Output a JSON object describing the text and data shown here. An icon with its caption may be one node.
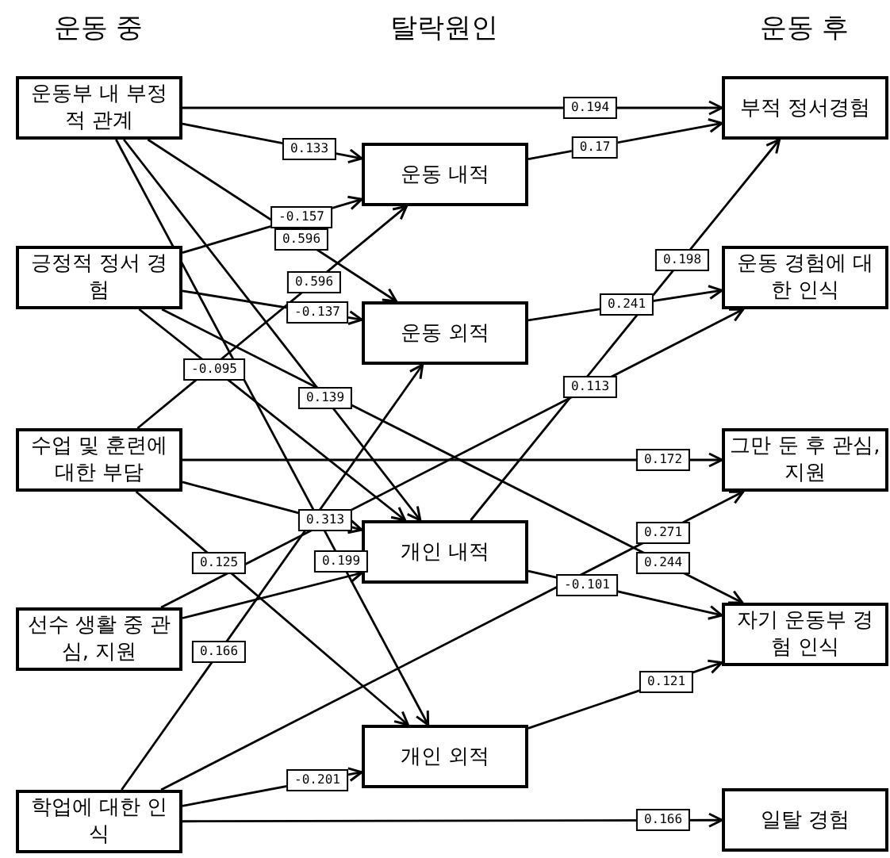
{
  "diagram": {
    "nodes": [
      {
        "text": [
          "운동부 내 부정적 관계"
        ]
      },
      {
        "text": [
          "긍정적 정서 경험"
        ]
      },
      {
        "text": [
          "수업 및 훈련에 대한 부담"
        ]
      },
      {
        "text": [
          "선수 생활 중 관심, 지원"
        ]
      },
      {
        "text": [
          "학업에 대한 인식"
        ]
      },
      {
        "text": [
          "운동 내적"
        ]
      },
      {
        "text": [
          "운동 외적"
        ]
      },
      {
        "text": [
          "개인 내적"
        ]
      },
      {
        "text": [
          "개인 외적"
        ]
      },
      {
        "text": [
          "부적 정서경험"
        ]
      },
      {
        "text": [
          "운동 경험에 대한 인식"
        ]
      },
      {
        "text": [
          "그만 둔 후 관심, 지원"
        ]
      },
      {
        "text": [
          "자기 운동부 경험 인식"
        ]
      },
      {
        "text": [
          "일탈 경험"
        ]
      }
    ],
    "edges": [
      {
        "from": 0,
        "to": 9,
        "arrow": "to",
        "label": "0.194"
      },
      {
        "from": 5,
        "to": 9,
        "arrow": "to",
        "label": "0.17"
      },
      {
        "from": 0,
        "to": 5,
        "arrow": "to",
        "label": "0.133"
      },
      {
        "from": 1,
        "to": 5,
        "arrow": "to",
        "label": "-0.157"
      },
      {
        "from": 7,
        "to": 9,
        "arrow": "to",
        "label": "0.198"
      },
      {
        "from": 0,
        "to": 6,
        "arrow": "to",
        "label": "0.596"
      },
      {
        "from": 2,
        "to": 5,
        "arrow": "to",
        "label": "0.596"
      },
      {
        "from": 1,
        "to": 6,
        "arrow": "to",
        "label": "-0.137"
      },
      {
        "from": 6,
        "to": 10,
        "arrow": "to",
        "label": "0.241"
      },
      {
        "from": 1,
        "to": 7,
        "arrow": "to",
        "label": "-0.095"
      },
      {
        "from": 3,
        "to": 10,
        "arrow": "to",
        "label": "0.113"
      },
      {
        "from": 0,
        "to": 7,
        "arrow": "to",
        "label": "0.139"
      },
      {
        "from": 2,
        "to": 11,
        "arrow": "to",
        "label": "0.172"
      },
      {
        "from": 2,
        "to": 8,
        "arrow": "to",
        "label": "0.125"
      },
      {
        "from": 2,
        "to": 7,
        "arrow": "to",
        "label": "0.313"
      },
      {
        "from": 4,
        "to": 11,
        "arrow": "to",
        "label": "0.271"
      },
      {
        "from": 7,
        "to": 12,
        "arrow": "to",
        "label": "-0.101"
      },
      {
        "from": 1,
        "to": 12,
        "arrow": "to",
        "label": "0.244"
      },
      {
        "from": 8,
        "to": 12,
        "arrow": "to",
        "label": "0.121"
      },
      {
        "from": 0,
        "to": 8,
        "arrow": "to",
        "label": "0.199"
      },
      {
        "from": 4,
        "to": 6,
        "arrow": "to",
        "label": "0.166"
      },
      {
        "from": 4,
        "to": 8,
        "arrow": "to",
        "label": "-0.201"
      },
      {
        "from": 4,
        "to": 13,
        "arrow": "to",
        "label": "0.166"
      },
      {
        "from": 3,
        "to": 7,
        "arrow": "to"
      }
    ],
    "labels": [
      "운동 중",
      "탈락원인",
      "운동 후"
    ]
  }
}
